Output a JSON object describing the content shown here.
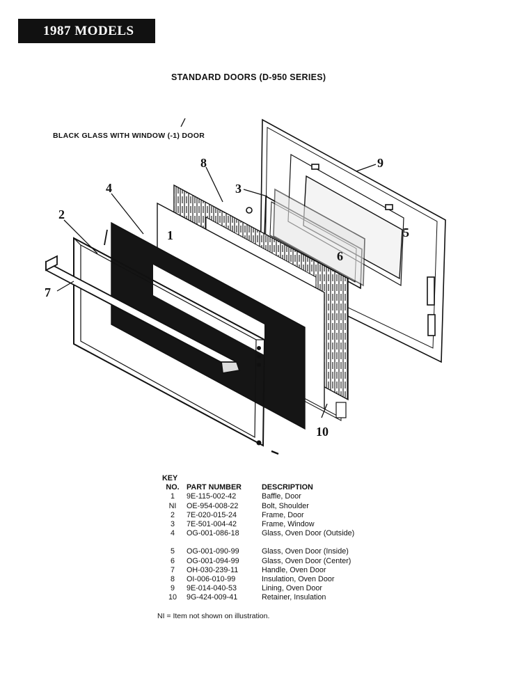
{
  "banner": "1987 MODELS",
  "title": "STANDARD DOORS (D-950 SERIES)",
  "subtitle": "BLACK GLASS WITH WINDOW (-1) DOOR",
  "callouts": [
    "1",
    "2",
    "3",
    "4",
    "5",
    "6",
    "7",
    "8",
    "9",
    "10"
  ],
  "parts_table": {
    "key_label": "KEY",
    "headers": {
      "key": "NO.",
      "part": "PART NUMBER",
      "desc": "DESCRIPTION"
    },
    "rows": [
      {
        "key": "1",
        "part": "9E-115-002-42",
        "desc": "Baffle, Door"
      },
      {
        "key": "NI",
        "part": "OE-954-008-22",
        "desc": "Bolt, Shoulder"
      },
      {
        "key": "2",
        "part": "7E-020-015-24",
        "desc": "Frame, Door"
      },
      {
        "key": "3",
        "part": "7E-501-004-42",
        "desc": "Frame, Window"
      },
      {
        "key": "4",
        "part": "OG-001-086-18",
        "desc": "Glass, Oven Door (Outside)"
      },
      {
        "key": "5",
        "part": "OG-001-090-99",
        "desc": "Glass, Oven Door (Inside)"
      },
      {
        "key": "6",
        "part": "OG-001-094-99",
        "desc": "Glass, Oven Door (Center)"
      },
      {
        "key": "7",
        "part": "OH-030-239-11",
        "desc": "Handle, Oven Door"
      },
      {
        "key": "8",
        "part": "OI-006-010-99",
        "desc": "Insulation, Oven Door"
      },
      {
        "key": "9",
        "part": "9E-014-040-53",
        "desc": "Lining, Oven Door"
      },
      {
        "key": "10",
        "part": "9G-424-009-41",
        "desc": "Retainer, Insulation"
      }
    ]
  },
  "footnote": "NI = Item not shown on illustration."
}
